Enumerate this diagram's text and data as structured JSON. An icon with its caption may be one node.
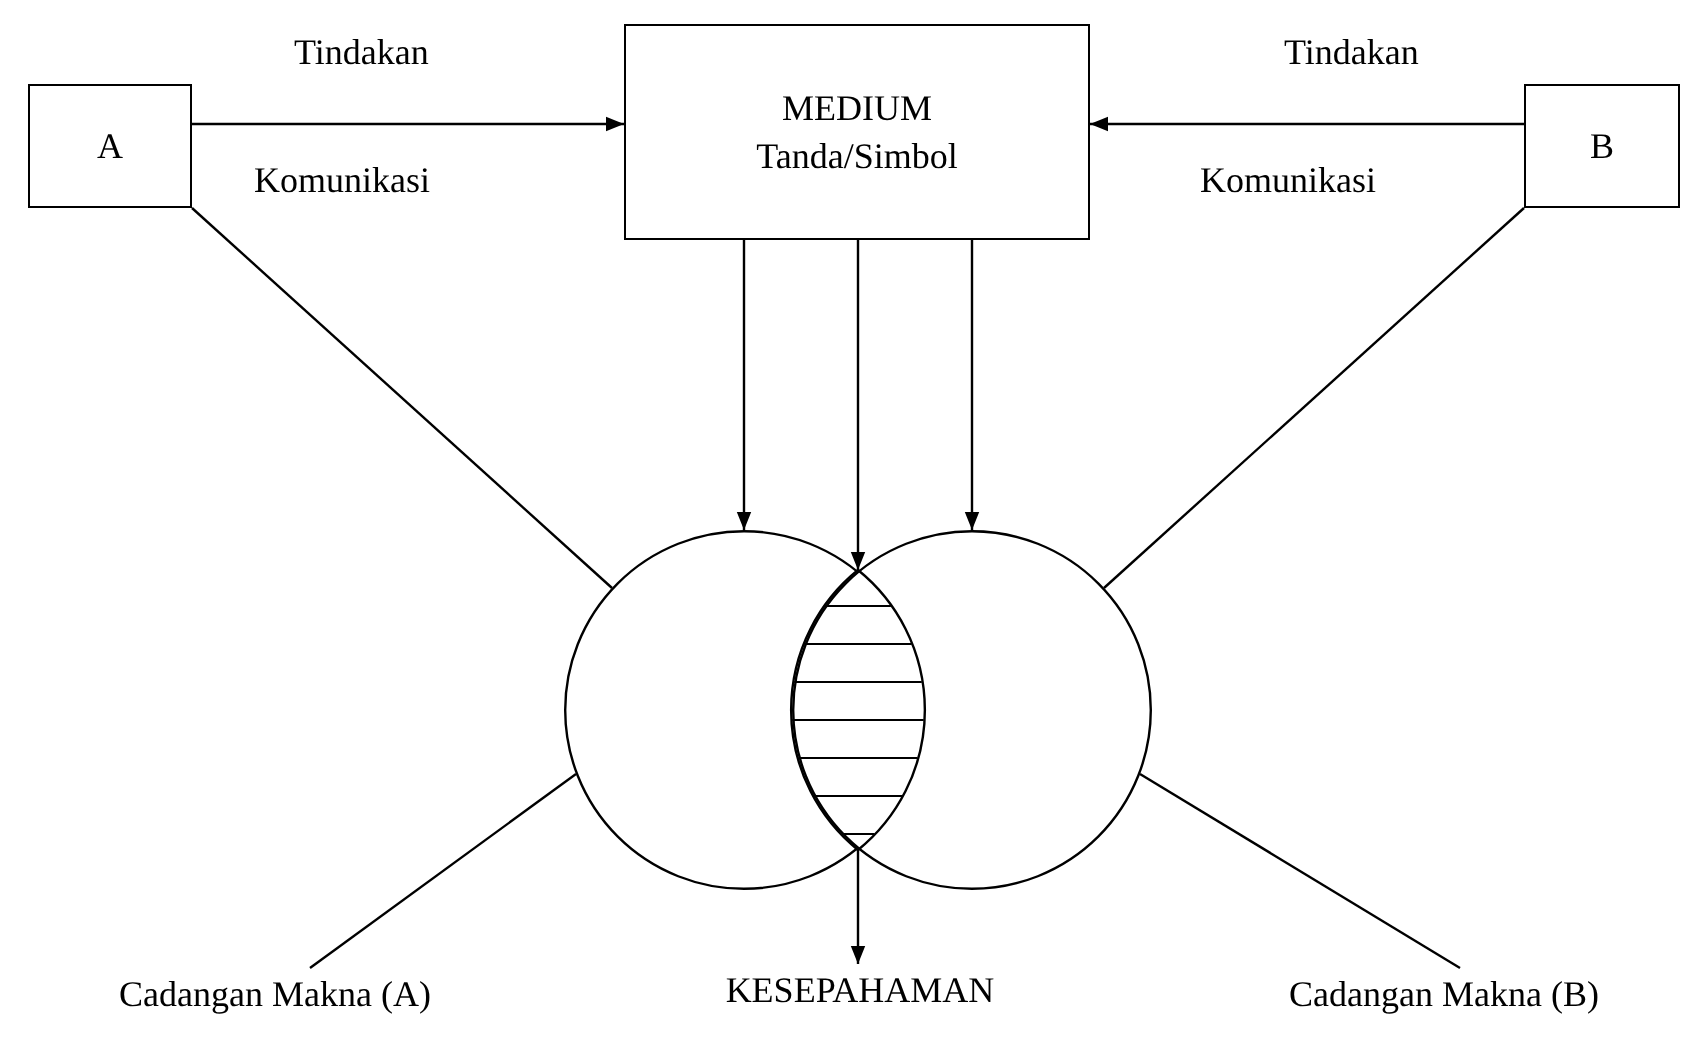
{
  "diagram": {
    "nodes": [
      {
        "text": [
          "A"
        ]
      },
      {
        "text": [
          "MEDIUM",
          "Tanda/Simbol"
        ]
      },
      {
        "text": [
          "B"
        ]
      },
      {
        "text": [],
        "shape": "circle"
      },
      {
        "text": [],
        "shape": "lens"
      },
      {
        "text": [],
        "shape": "circle"
      },
      {
        "text": [
          "Cadangan Makna (A)"
        ]
      },
      {
        "text": [
          "KESEPAHAMAN"
        ]
      },
      {
        "text": [
          "Cadangan Makna (B)"
        ]
      }
    ],
    "edges": [
      {
        "from": 0,
        "to": 1,
        "arrow": "to",
        "label": "Tindakan"
      },
      {
        "from": 2,
        "to": 1,
        "arrow": "to",
        "label": "Tindakan"
      },
      {
        "from": 0,
        "to": 3,
        "arrow": "none"
      },
      {
        "from": 2,
        "to": 5,
        "arrow": "none"
      },
      {
        "from": 1,
        "to": 3,
        "arrow": "to"
      },
      {
        "from": 1,
        "to": 4,
        "arrow": "to"
      },
      {
        "from": 1,
        "to": 5,
        "arrow": "to"
      },
      {
        "from": 4,
        "to": 7,
        "arrow": "to"
      },
      {
        "from": 6,
        "to": 3,
        "arrow": "none"
      },
      {
        "from": 8,
        "to": 5,
        "arrow": "none"
      }
    ],
    "labels": [
      "Komunikasi",
      "Komunikasi"
    ]
  }
}
